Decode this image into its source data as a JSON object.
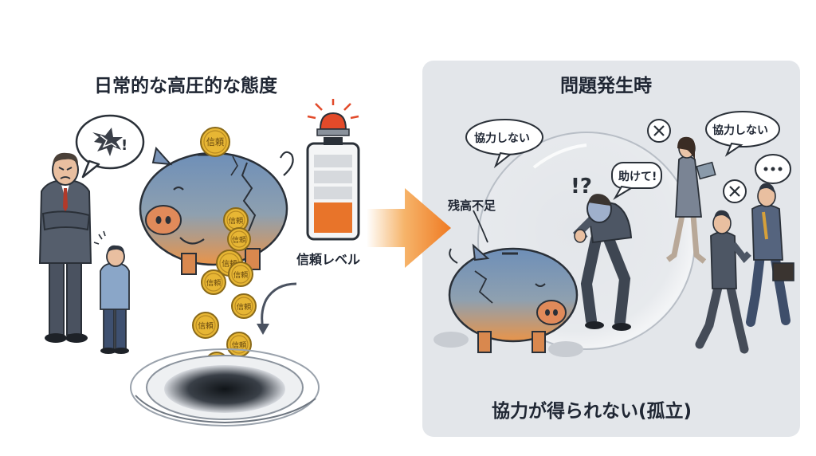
{
  "left_panel": {
    "title": "日常的な高圧的な態度",
    "boss_speech": "💢!",
    "coin_label": "信頼",
    "battery_label": "信頼レベル"
  },
  "right_panel": {
    "title": "問題発生時",
    "piggy_label": "残高不足",
    "man_speech": "助けて!",
    "question_marks": "!?",
    "colleague_speech_1": "協力しない",
    "colleague_speech_2": "協力しない",
    "ellipsis": "…",
    "caption": "協力が得られない(孤立)"
  },
  "colors": {
    "arrow": "#ef8a2a",
    "battery_fill": "#e8742a",
    "panel_bg": "#e3e6ea",
    "piggy_blue": "#6e8fb8",
    "piggy_orange": "#e8944a",
    "coin": "#e7b634"
  }
}
